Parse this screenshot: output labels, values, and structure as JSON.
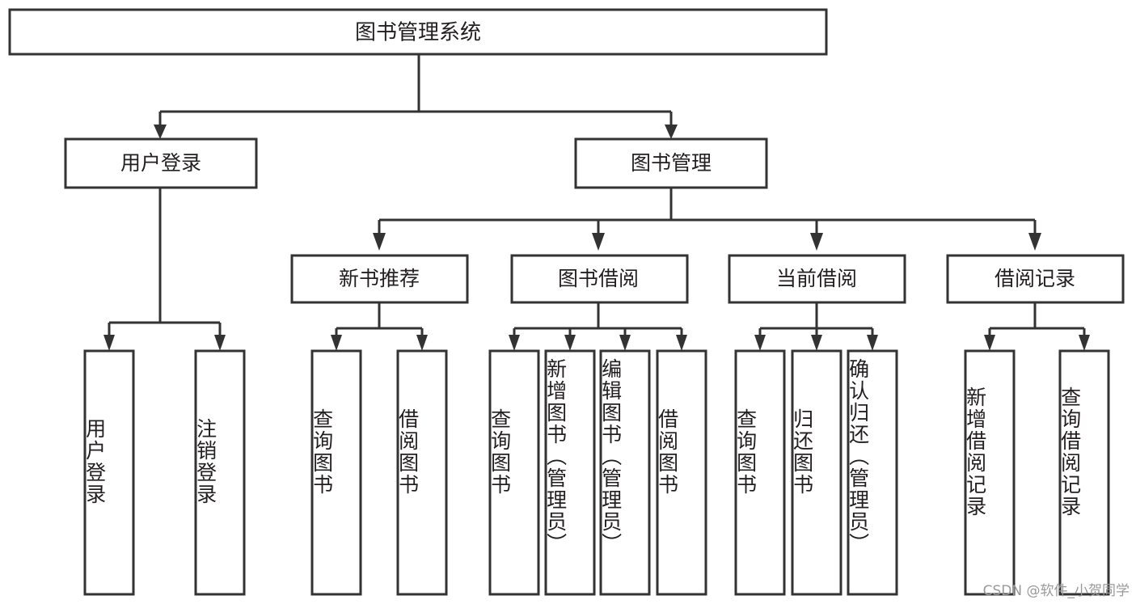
{
  "diagram": {
    "title": "图书管理系统",
    "type": "tree",
    "watermark": "CSDN @软件_小贺同学",
    "colors": {
      "box_stroke": "#333333",
      "box_fill": "#ffffff",
      "text": "#231f20",
      "connector": "#333333",
      "watermark": "#9a9a9a",
      "background": "#ffffff"
    },
    "root": {
      "label": "图书管理系统"
    },
    "level1": [
      {
        "label": "用户登录"
      },
      {
        "label": "图书管理"
      }
    ],
    "level2": [
      {
        "label": "新书推荐"
      },
      {
        "label": "图书借阅"
      },
      {
        "label": "当前借阅"
      },
      {
        "label": "借阅记录"
      }
    ],
    "leaves": {
      "user_login": [
        {
          "label": "用户登录"
        },
        {
          "label": "注销登录"
        }
      ],
      "new_book_recommend": [
        {
          "label": "查询图书"
        },
        {
          "label": "借阅图书"
        }
      ],
      "book_borrow": [
        {
          "label": "查询图书"
        },
        {
          "label": "新增图书（管理员）"
        },
        {
          "label": "编辑图书（管理员）"
        },
        {
          "label": "借阅图书"
        }
      ],
      "current_borrow": [
        {
          "label": "查询图书"
        },
        {
          "label": "归还图书"
        },
        {
          "label": "确认归还（管理员）"
        }
      ],
      "borrow_records": [
        {
          "label": "新增借阅记录"
        },
        {
          "label": "查询借阅记录"
        }
      ]
    }
  }
}
